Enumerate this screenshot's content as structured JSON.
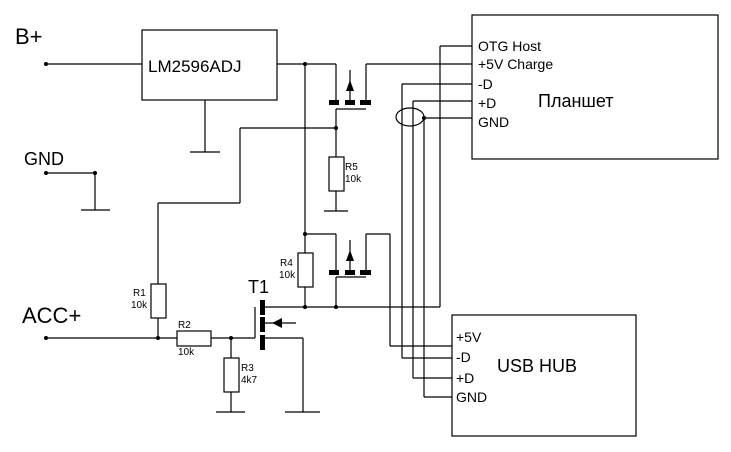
{
  "diagram": {
    "type": "circuit-schematic",
    "terminals": {
      "b_plus": "B+",
      "gnd": "GND",
      "acc_plus": "ACC+"
    },
    "regulator": {
      "label": "LM2596ADJ"
    },
    "tablet": {
      "name": "Планшет",
      "pins": [
        "OTG Host",
        "+5V Charge",
        "-D",
        "+D",
        "GND"
      ]
    },
    "usb_hub": {
      "name": "USB HUB",
      "pins": [
        "+5V",
        "-D",
        "+D",
        "GND"
      ]
    },
    "transistor": {
      "label": "T1"
    },
    "resistors": [
      {
        "ref": "R1",
        "value": "10k"
      },
      {
        "ref": "R2",
        "value": "10k"
      },
      {
        "ref": "R3",
        "value": "4k7"
      },
      {
        "ref": "R4",
        "value": "10k"
      },
      {
        "ref": "R5",
        "value": "10k"
      }
    ]
  }
}
